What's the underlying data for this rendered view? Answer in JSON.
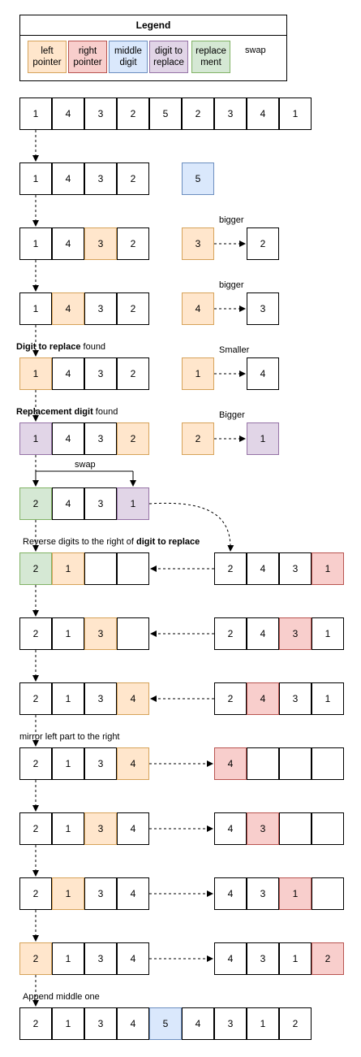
{
  "colors": {
    "left_pointer": "#ffe6cc",
    "left_pointer_border": "#d6a35a",
    "right_pointer": "#f8cecc",
    "right_pointer_border": "#b85450",
    "middle_digit": "#dae8fc",
    "middle_digit_border": "#6c8ebf",
    "digit_to_replace": "#e1d5e7",
    "digit_to_replace_border": "#9673a6",
    "replacement": "#d5e8d4",
    "replacement_border": "#82b366"
  },
  "legend": {
    "title": "Legend",
    "items": [
      {
        "key": "left_pointer",
        "label": "left pointer"
      },
      {
        "key": "right_pointer",
        "label": "right pointer"
      },
      {
        "key": "middle_digit",
        "label": "middle digit"
      },
      {
        "key": "digit_to_replace",
        "label": "digit to replace"
      },
      {
        "key": "replacement",
        "label": "replace ment"
      }
    ],
    "swap_label": "swap"
  },
  "rows": [
    {
      "left": [
        [
          "1",
          ""
        ],
        [
          "4",
          ""
        ],
        [
          "3",
          ""
        ],
        [
          "2",
          ""
        ],
        [
          "5",
          ""
        ],
        [
          "2",
          ""
        ],
        [
          "3",
          ""
        ],
        [
          "4",
          ""
        ],
        [
          "1",
          ""
        ]
      ]
    },
    {
      "left": [
        [
          "1",
          ""
        ],
        [
          "4",
          ""
        ],
        [
          "3",
          ""
        ],
        [
          "2",
          ""
        ]
      ],
      "mid": [
        "5",
        "middle_digit"
      ]
    },
    {
      "left": [
        [
          "1",
          ""
        ],
        [
          "4",
          ""
        ],
        [
          "3",
          "left_pointer"
        ],
        [
          "2",
          ""
        ]
      ],
      "mid": [
        "3",
        "left_pointer"
      ],
      "cmp": {
        "label": "bigger",
        "value": "2",
        "state": ""
      }
    },
    {
      "left": [
        [
          "1",
          ""
        ],
        [
          "4",
          "left_pointer"
        ],
        [
          "3",
          ""
        ],
        [
          "2",
          ""
        ]
      ],
      "mid": [
        "4",
        "left_pointer"
      ],
      "cmp": {
        "label": "bigger",
        "value": "3",
        "state": ""
      }
    },
    {
      "caption": {
        "bold": "Digit to replace",
        "rest": " found"
      },
      "left": [
        [
          "1",
          "left_pointer"
        ],
        [
          "4",
          ""
        ],
        [
          "3",
          ""
        ],
        [
          "2",
          ""
        ]
      ],
      "mid": [
        "1",
        "left_pointer"
      ],
      "cmp": {
        "label": "Smaller",
        "value": "4",
        "state": ""
      }
    },
    {
      "caption": {
        "bold": "Replacement digit",
        "rest": " found"
      },
      "left": [
        [
          "1",
          "digit_to_replace"
        ],
        [
          "4",
          ""
        ],
        [
          "3",
          ""
        ],
        [
          "2",
          "left_pointer"
        ]
      ],
      "mid": [
        "2",
        "left_pointer"
      ],
      "cmp": {
        "label": "Bigger",
        "value": "1",
        "state": "digit_to_replace"
      }
    },
    {
      "swap_label": "swap",
      "left": [
        [
          "2",
          "replacement"
        ],
        [
          "4",
          ""
        ],
        [
          "3",
          ""
        ],
        [
          "1",
          "digit_to_replace"
        ]
      ]
    },
    {
      "caption": {
        "pre": "Reverse digits to the right of ",
        "bold": "digit to replace",
        "rest": ""
      },
      "left": [
        [
          "2",
          "replacement"
        ],
        [
          "1",
          "left_pointer"
        ],
        [
          "",
          ""
        ],
        [
          "",
          ""
        ]
      ],
      "right": [
        [
          "2",
          ""
        ],
        [
          "4",
          ""
        ],
        [
          "3",
          ""
        ],
        [
          "1",
          "right_pointer"
        ]
      ],
      "arrow": "left"
    },
    {
      "left": [
        [
          "2",
          ""
        ],
        [
          "1",
          ""
        ],
        [
          "3",
          "left_pointer"
        ],
        [
          "",
          ""
        ]
      ],
      "right": [
        [
          "2",
          ""
        ],
        [
          "4",
          ""
        ],
        [
          "3",
          "right_pointer"
        ],
        [
          "1",
          ""
        ]
      ],
      "arrow": "left"
    },
    {
      "left": [
        [
          "2",
          ""
        ],
        [
          "1",
          ""
        ],
        [
          "3",
          ""
        ],
        [
          "4",
          "left_pointer"
        ]
      ],
      "right": [
        [
          "2",
          ""
        ],
        [
          "4",
          "right_pointer"
        ],
        [
          "3",
          ""
        ],
        [
          "1",
          ""
        ]
      ],
      "arrow": "left"
    },
    {
      "caption": {
        "pre": "mirror left part to the right",
        "bold": "",
        "rest": ""
      },
      "left": [
        [
          "2",
          ""
        ],
        [
          "1",
          ""
        ],
        [
          "3",
          ""
        ],
        [
          "4",
          "left_pointer"
        ]
      ],
      "right": [
        [
          "4",
          "right_pointer"
        ],
        [
          "",
          ""
        ],
        [
          "",
          ""
        ],
        [
          "",
          ""
        ]
      ],
      "arrow": "right"
    },
    {
      "left": [
        [
          "2",
          ""
        ],
        [
          "1",
          ""
        ],
        [
          "3",
          "left_pointer"
        ],
        [
          "4",
          ""
        ]
      ],
      "right": [
        [
          "4",
          ""
        ],
        [
          "3",
          "right_pointer"
        ],
        [
          "",
          ""
        ],
        [
          "",
          ""
        ]
      ],
      "arrow": "right"
    },
    {
      "left": [
        [
          "2",
          ""
        ],
        [
          "1",
          "left_pointer"
        ],
        [
          "3",
          ""
        ],
        [
          "4",
          ""
        ]
      ],
      "right": [
        [
          "4",
          ""
        ],
        [
          "3",
          ""
        ],
        [
          "1",
          "right_pointer"
        ],
        [
          "",
          ""
        ]
      ],
      "arrow": "right"
    },
    {
      "left": [
        [
          "2",
          "left_pointer"
        ],
        [
          "1",
          ""
        ],
        [
          "3",
          ""
        ],
        [
          "4",
          ""
        ]
      ],
      "right": [
        [
          "4",
          ""
        ],
        [
          "3",
          ""
        ],
        [
          "1",
          ""
        ],
        [
          "2",
          "right_pointer"
        ]
      ],
      "arrow": "right"
    },
    {
      "caption": {
        "pre": "Append middle one",
        "bold": "",
        "rest": ""
      },
      "left": [
        [
          "2",
          ""
        ],
        [
          "1",
          ""
        ],
        [
          "3",
          ""
        ],
        [
          "4",
          ""
        ],
        [
          "5",
          "middle_digit"
        ],
        [
          "4",
          ""
        ],
        [
          "3",
          ""
        ],
        [
          "1",
          ""
        ],
        [
          "2",
          ""
        ]
      ]
    }
  ]
}
